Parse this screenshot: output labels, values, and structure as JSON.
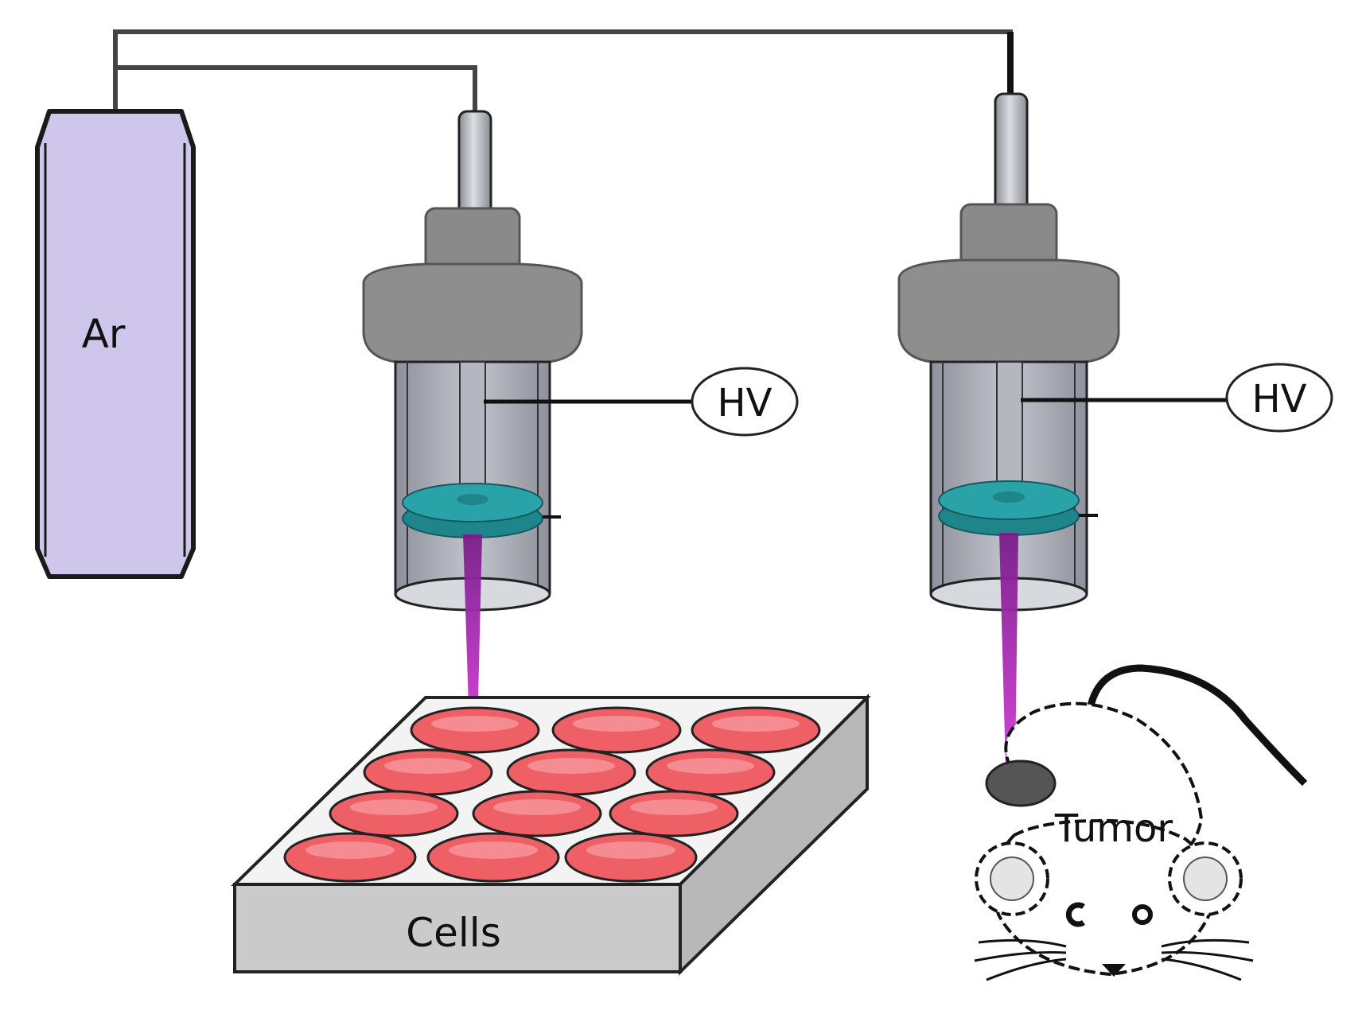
{
  "labels": {
    "gas": "Ar",
    "hv_left": "HV",
    "hv_right": "HV",
    "cells": "Cells",
    "tumor": "Tumor"
  },
  "colors": {
    "cylinder_fill": "#cfc6ec",
    "cylinder_stroke": "#1a1a1a",
    "jet_cap_gray": "#8c8c8c",
    "jet_body_glass": "#a9acb6",
    "ring_teal": "#2aa3a8",
    "plasma_magenta": "#b41dbf",
    "well_red": "#ef5f66",
    "plate_gray": "#c9c9c9",
    "tumor_gray": "#555555"
  }
}
